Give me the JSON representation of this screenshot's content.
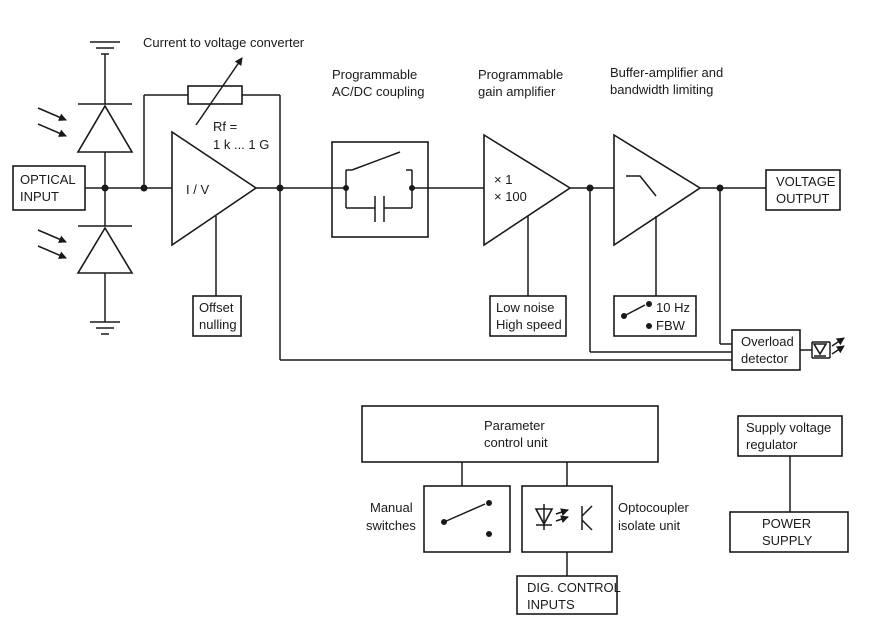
{
  "labels": {
    "iv_converter_title": "Current to voltage converter",
    "rf_label": "Rf =",
    "rf_range": "1 k ... 1 G",
    "coupling_title_1": "Programmable",
    "coupling_title_2": "AC/DC coupling",
    "gain_title_1": "Programmable",
    "gain_title_2": "gain amplifier",
    "buffer_title_1": "Buffer-amplifier and",
    "buffer_title_2": "bandwidth limiting",
    "optical_input_1": "OPTICAL",
    "optical_input_2": "INPUT",
    "iv_symbol": "I / V",
    "gain_x1": "× 1",
    "gain_x100": "× 100",
    "voltage_output_1": "VOLTAGE",
    "voltage_output_2": "OUTPUT",
    "offset_1": "Offset",
    "offset_2": "nulling",
    "lownoise_1": "Low noise",
    "lownoise_2": "High speed",
    "bw_10hz": "10 Hz",
    "bw_fbw": "FBW",
    "overload_1": "Overload",
    "overload_2": "detector",
    "param_1": "Parameter",
    "param_2": "control unit",
    "manual_1": "Manual",
    "manual_2": "switches",
    "opto_1": "Optocoupler",
    "opto_2": "isolate unit",
    "supply_1": "Supply voltage",
    "supply_2": "regulator",
    "power_1": "POWER",
    "power_2": "SUPPLY",
    "dig_1": "DIG. CONTROL",
    "dig_2": "INPUTS"
  }
}
